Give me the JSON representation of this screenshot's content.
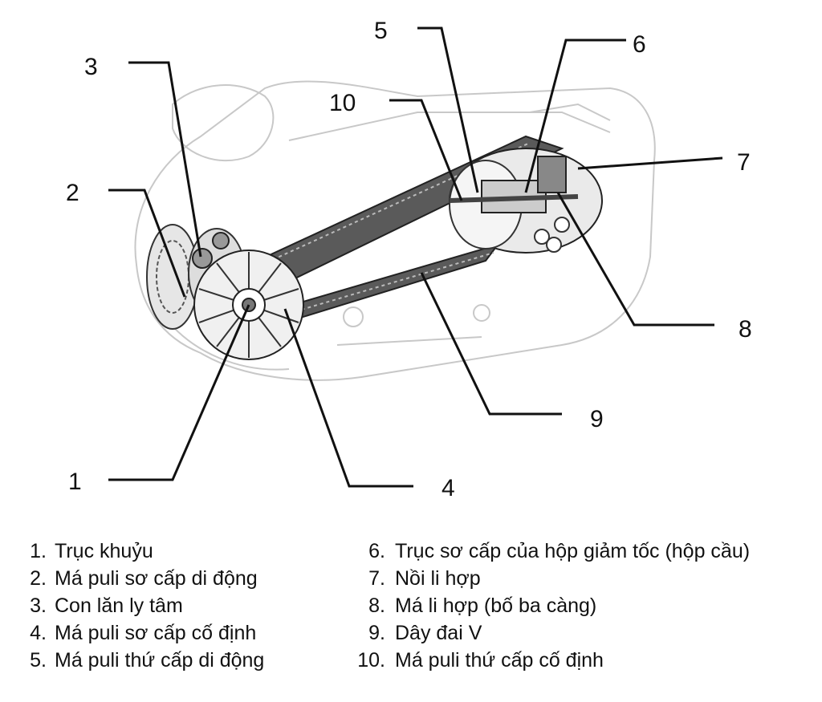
{
  "diagram": {
    "callouts": [
      "1",
      "2",
      "3",
      "4",
      "5",
      "6",
      "7",
      "8",
      "9",
      "10"
    ]
  },
  "legend": {
    "left": [
      {
        "num": "1.",
        "text": "Trục khuỷu"
      },
      {
        "num": "2.",
        "text": "Má puli sơ cấp di động"
      },
      {
        "num": "3.",
        "text": "Con lăn ly tâm"
      },
      {
        "num": "4.",
        "text": "Má puli sơ cấp cố định"
      },
      {
        "num": "5.",
        "text": "Má puli thứ cấp di động"
      }
    ],
    "right": [
      {
        "num": "6.",
        "text": "Trục sơ cấp của hộp giảm tốc (hộp cầu)"
      },
      {
        "num": "7.",
        "text": "Nồi li hợp"
      },
      {
        "num": "8.",
        "text": "Má li hợp (bố ba càng)"
      },
      {
        "num": "9.",
        "text": "Dây đai V"
      },
      {
        "num": "10.",
        "text": "Má puli thứ cấp cố định"
      }
    ]
  }
}
